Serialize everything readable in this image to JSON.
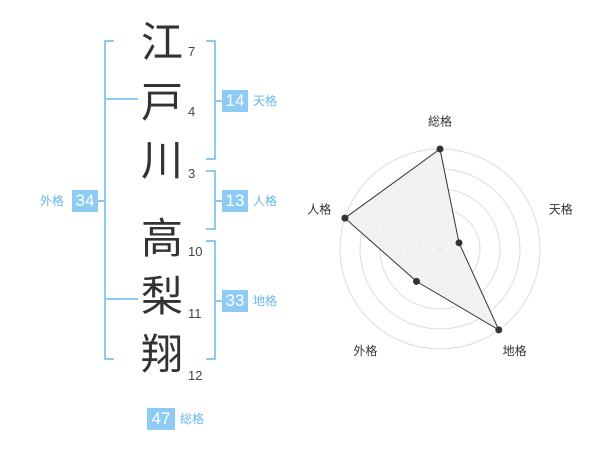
{
  "name_chars": [
    {
      "char": "江",
      "strokes": "7"
    },
    {
      "char": "戸",
      "strokes": "4"
    },
    {
      "char": "川",
      "strokes": "3"
    },
    {
      "char": "高",
      "strokes": "10"
    },
    {
      "char": "梨",
      "strokes": "11"
    },
    {
      "char": "翔",
      "strokes": "12"
    }
  ],
  "fortunes": {
    "tenkaku": {
      "value": "14",
      "label": "天格"
    },
    "jinkaku": {
      "value": "13",
      "label": "人格"
    },
    "chikaku": {
      "value": "33",
      "label": "地格"
    },
    "gaikaku": {
      "value": "34",
      "label": "外格"
    },
    "soukaku": {
      "value": "47",
      "label": "総格"
    }
  },
  "chart_data": {
    "type": "radar",
    "axes": [
      "総格",
      "天格",
      "地格",
      "外格",
      "人格"
    ],
    "values": [
      5,
      1,
      5,
      2,
      5
    ],
    "max": 5,
    "rings": 5,
    "colors": {
      "fill": "#f0f0f0",
      "line": "#333333",
      "grid": "#dddddd",
      "point": "#333333",
      "center": "#cccccc"
    }
  }
}
